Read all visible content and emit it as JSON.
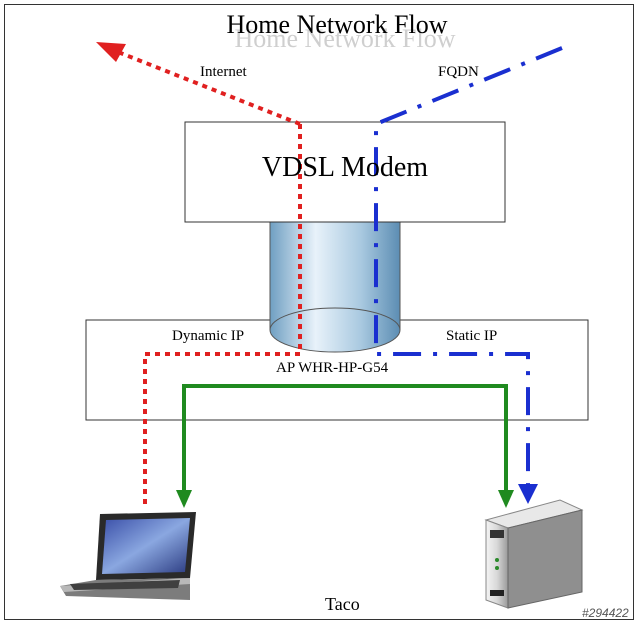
{
  "diagram": {
    "title": "Home Network Flow",
    "nodes": {
      "modem": "VDSL Modem",
      "router": "AP WHR-HP-G54",
      "laptop": "laptop-icon",
      "nas": "nas-icon"
    },
    "labels": {
      "internet": "Internet",
      "fqdn": "FQDN",
      "dynamic_ip": "Dynamic IP",
      "static_ip": "Static IP",
      "author": "Taco"
    },
    "watermark": "#294422",
    "colors": {
      "dynamic_path": "#e02020",
      "static_path": "#1a2fd0",
      "lan_path": "#1f8a1f",
      "cylinder": "#9fc3dd"
    }
  }
}
